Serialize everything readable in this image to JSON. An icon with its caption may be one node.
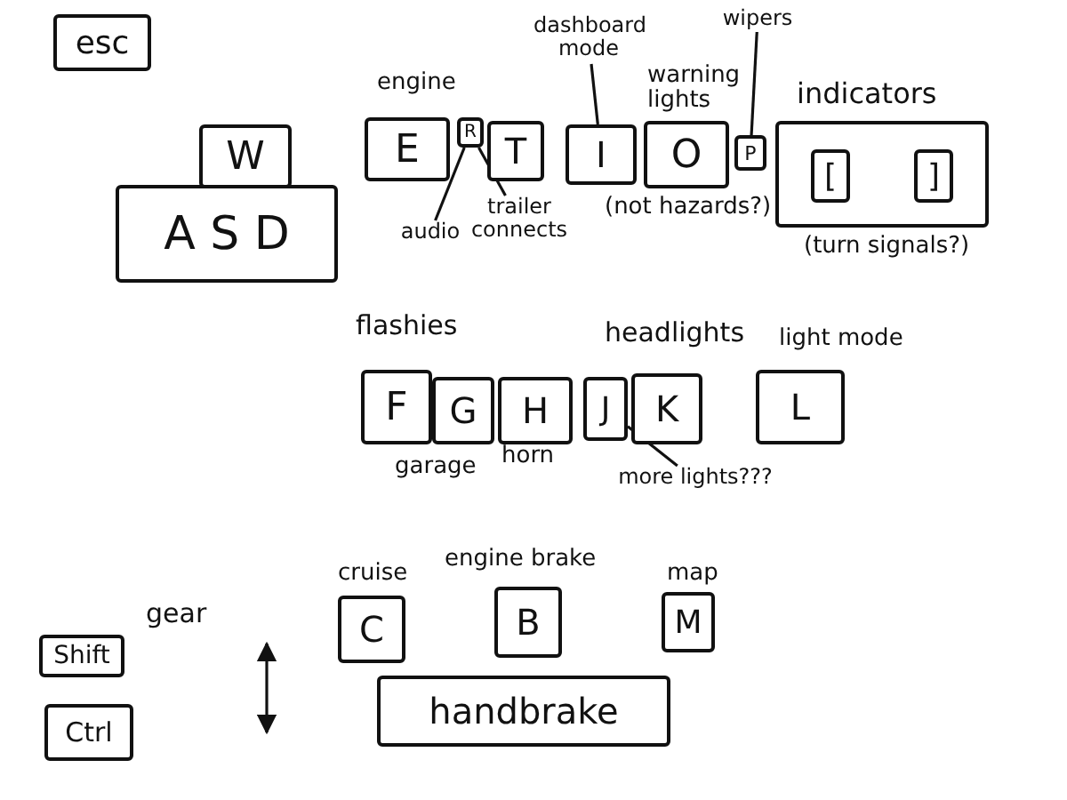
{
  "diagram": {
    "nodes": [
      {
        "text": [
          "esc"
        ]
      },
      {
        "text": [
          "W"
        ]
      },
      {
        "text": [
          "A S D"
        ]
      },
      {
        "text": [
          "E"
        ],
        "beside": [
          "engine"
        ]
      },
      {
        "text": [
          "R"
        ]
      },
      {
        "text": [
          "T"
        ]
      },
      {
        "text": [
          "I"
        ]
      },
      {
        "text": [
          "O"
        ],
        "beside": [
          "warning lights",
          "(not hazards?)"
        ]
      },
      {
        "text": [
          "P"
        ]
      },
      {
        "text": [
          "indicators"
        ],
        "beside": [
          "(turn signals?)"
        ]
      },
      {
        "text": [
          "["
        ],
        "in": 9
      },
      {
        "text": [
          "]"
        ],
        "in": 9
      },
      {
        "text": [
          "F"
        ]
      },
      {
        "text": [
          "G"
        ],
        "beside": [
          "garage"
        ]
      },
      {
        "text": [
          "H"
        ],
        "beside": [
          "horn"
        ]
      },
      {
        "text": [
          "J"
        ]
      },
      {
        "text": [
          "K"
        ]
      },
      {
        "text": [
          "L"
        ],
        "beside": [
          "light mode"
        ]
      },
      {
        "text": [
          "C"
        ],
        "beside": [
          "cruise"
        ]
      },
      {
        "text": [
          "B"
        ],
        "beside": [
          "engine brake"
        ]
      },
      {
        "text": [
          "M"
        ],
        "beside": [
          "map"
        ]
      },
      {
        "text": [
          "Shift"
        ]
      },
      {
        "text": [
          "Ctrl"
        ]
      },
      {
        "text": [
          "handbrake"
        ]
      },
      {
        "text": [
          "dashboard mode"
        ]
      },
      {
        "text": [
          "wipers"
        ]
      },
      {
        "text": [
          "trailer connects"
        ]
      },
      {
        "text": [
          "audio"
        ]
      },
      {
        "text": [
          "more lights???"
        ]
      }
    ],
    "edges": [
      {
        "from": 24,
        "to": 6,
        "arrow": "none"
      },
      {
        "from": 25,
        "to": 8,
        "arrow": "none"
      },
      {
        "from": 26,
        "to": 4,
        "arrow": "none"
      },
      {
        "from": 27,
        "to": 4,
        "arrow": "none"
      },
      {
        "from": 28,
        "to": 15,
        "arrow": "none"
      }
    ],
    "labels": [
      "flashies",
      "headlights",
      "gear"
    ]
  }
}
